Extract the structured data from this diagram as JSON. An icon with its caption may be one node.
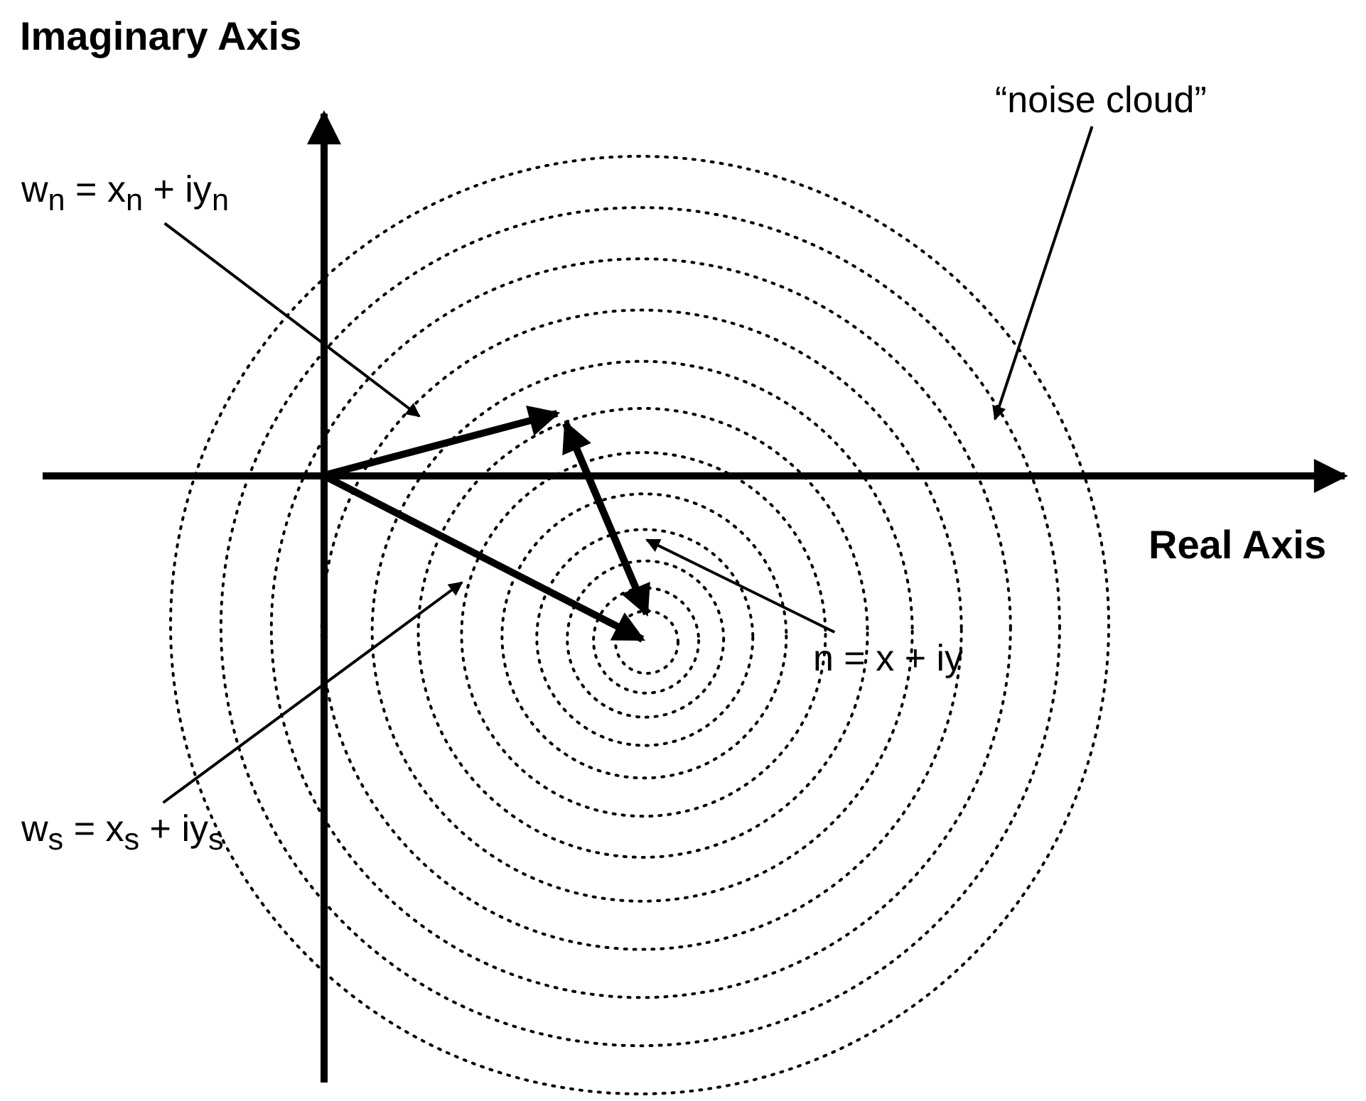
{
  "diagram": {
    "nodes": [
      {
        "text": [
          "w$_{n}$ = x$_{n}$ + iy$_{n}$"
        ]
      },
      {
        "text": [
          "“noise cloud”"
        ]
      },
      {
        "text": [
          "n = x + iy"
        ]
      },
      {
        "text": [
          "w$_{s}$ = x$_{s}$ + iy$_{s}$"
        ]
      }
    ],
    "edges": [
      {
        "from": 0,
        "to": null,
        "arrow": "to"
      },
      {
        "from": 1,
        "to": null,
        "arrow": "to"
      },
      {
        "from": 2,
        "to": null,
        "arrow": "to"
      },
      {
        "from": 3,
        "to": null,
        "arrow": "to"
      }
    ],
    "labels": [
      "Imaginary Axis",
      "Real Axis"
    ]
  }
}
